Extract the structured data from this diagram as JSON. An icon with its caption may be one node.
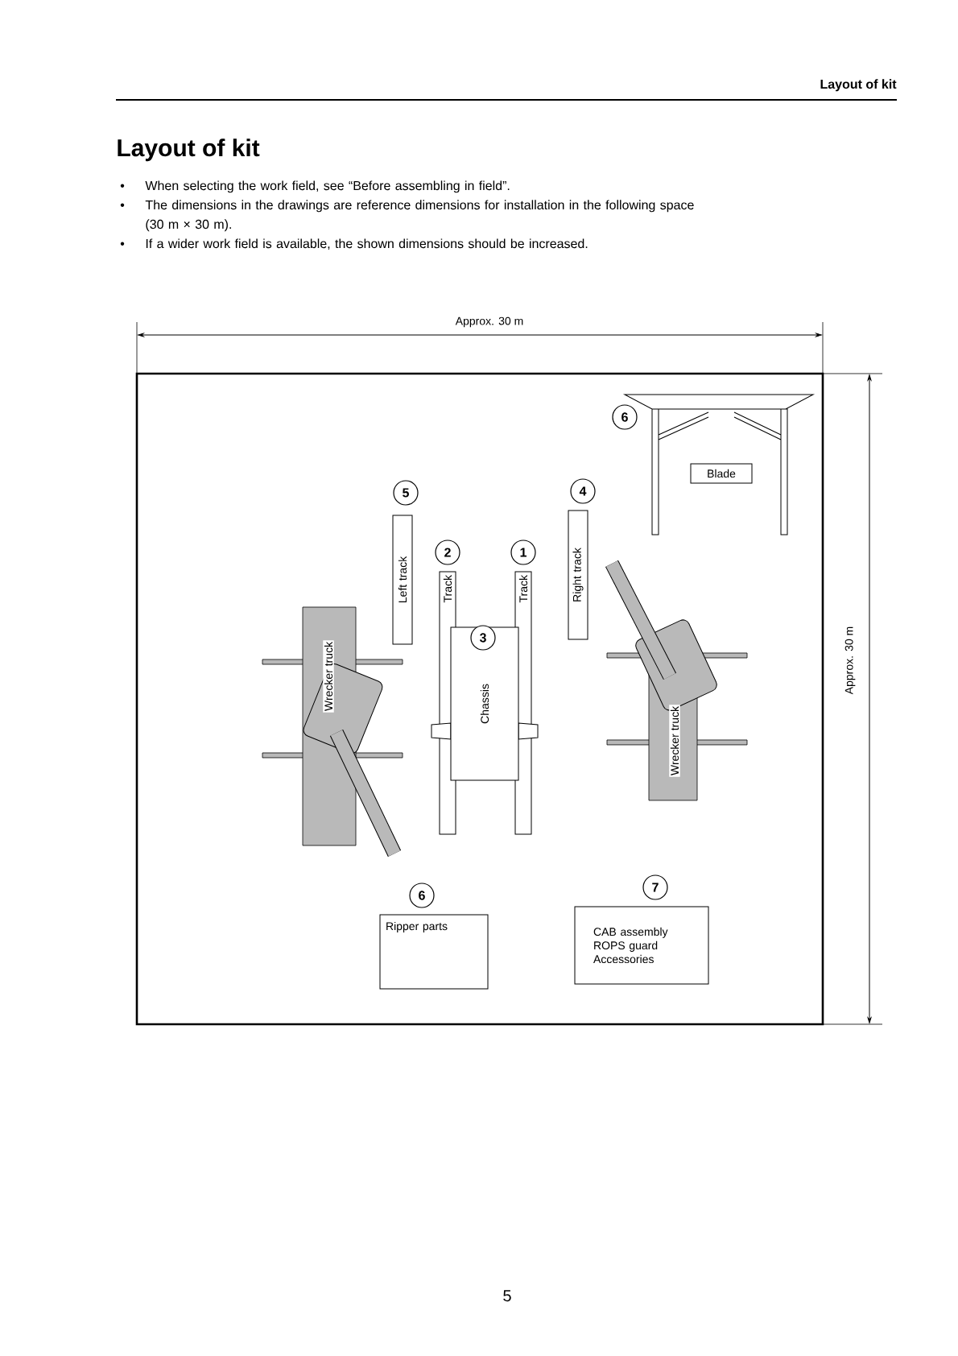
{
  "diagram": {
    "title": "Layout of kit",
    "nodes": [
      {
        "text": [],
        "shape": "box"
      },
      {
        "text": [
          "Blade"
        ],
        "in": 0
      },
      {
        "text": [
          "Left track"
        ],
        "beside": [
          "5"
        ],
        "in": 0
      },
      {
        "text": [
          "Track"
        ],
        "beside": [
          "2"
        ],
        "in": 0
      },
      {
        "text": [
          "Track"
        ],
        "beside": [
          "1"
        ],
        "in": 0
      },
      {
        "text": [
          "Right track"
        ],
        "beside": [
          "4"
        ],
        "in": 0
      },
      {
        "text": [
          "3",
          "Chassis"
        ],
        "in": 0
      },
      {
        "text": [
          "Wrecker truck"
        ],
        "in": 0
      },
      {
        "text": [
          "Wrecker truck"
        ],
        "in": 0
      },
      {
        "text": [
          "Ripper parts"
        ],
        "beside": [
          "6"
        ],
        "in": 0
      },
      {
        "text": [
          "CAB assembly",
          "ROPS guard",
          "Accessories"
        ],
        "beside": [
          "7"
        ],
        "in": 0
      }
    ],
    "labels": [
      "Layout of kit",
      "When selecting the work field, see “Before assembling in field”.",
      "The dimensions in the drawings are reference dimensions for installation in the following space (30 m × 30 m).",
      "If a wider work field is available, the shown dimensions should be increased.",
      "Approx. 30 m",
      "Approx. 30 m",
      "5",
      "6"
    ]
  }
}
